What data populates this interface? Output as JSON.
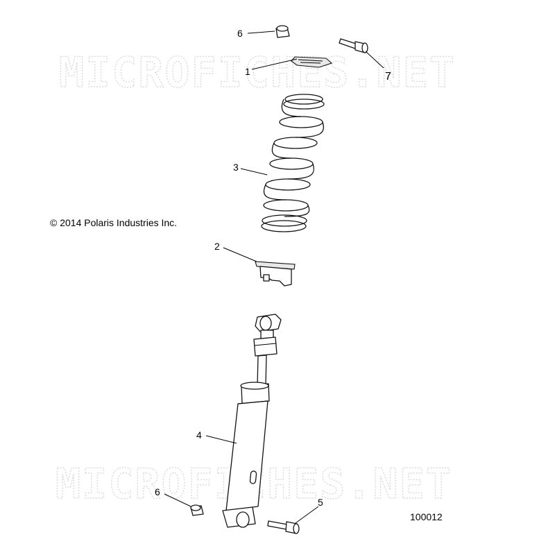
{
  "watermark": "MICROFICHES.NET",
  "copyright": "© 2014 Polaris Industries Inc.",
  "diagram_id": "100012",
  "callouts": {
    "c1": "1",
    "c2": "2",
    "c3": "3",
    "c4": "4",
    "c5": "5",
    "c6_top": "6",
    "c6_bottom": "6",
    "c7": "7"
  }
}
